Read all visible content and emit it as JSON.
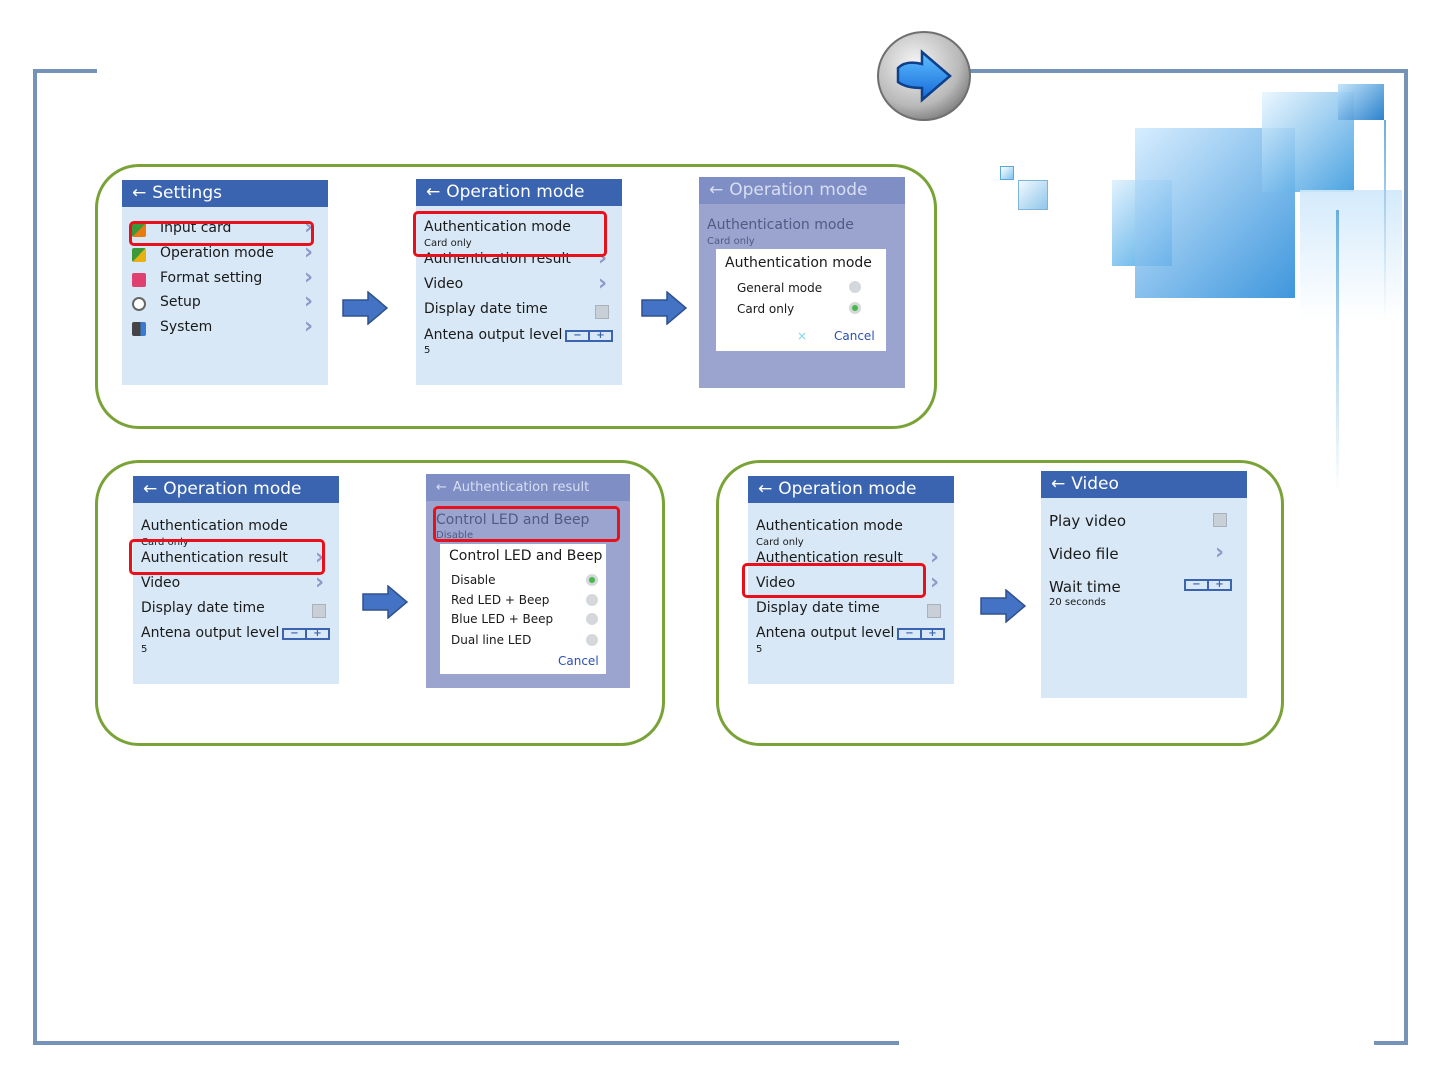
{
  "settings": {
    "title": "Settings",
    "items": [
      "Input card",
      "Operation mode",
      "Format setting",
      "Setup",
      "System"
    ]
  },
  "operation_mode": {
    "title": "Operation mode",
    "auth_mode": "Authentication mode",
    "auth_mode_value": "Card only",
    "auth_result": "Authentication result",
    "video": "Video",
    "display_date_time": "Display date time",
    "antena_output_level": "Antena output level",
    "antena_value": "5"
  },
  "auth_dialog": {
    "title": "Authentication mode",
    "options": [
      "General mode",
      "Card only"
    ],
    "selected": "Card only",
    "cancel": "Cancel",
    "close_glyph": "×"
  },
  "auth_result_screen": {
    "title": "Authentication result",
    "row": "Control LED and Beep",
    "row_value": "Disable"
  },
  "led_dialog": {
    "title": "Control LED and Beep",
    "options": [
      "Disable",
      "Red LED + Beep",
      "Blue LED + Beep",
      "Dual line LED"
    ],
    "selected": "Disable",
    "cancel": "Cancel"
  },
  "video_screen": {
    "title": "Video",
    "play_video": "Play video",
    "video_file": "Video file",
    "wait_time": "Wait time",
    "wait_time_value": "20 seconds"
  },
  "glyphs": {
    "back": "←",
    "chevron": "›",
    "minus": "−",
    "plus": "+"
  },
  "icons": [
    "back-arrow-icon",
    "chevron-right-icon",
    "checkbox-icon",
    "stepper-icon",
    "radio-icon",
    "next-arrow-icon"
  ],
  "colors": {
    "frame": "#7592b8",
    "group_border": "#7aa337",
    "header": "#3b64b0",
    "highlight": "#e8101a",
    "screen_bg": "#d8e8f6",
    "dim_bg": "#9aa4cf"
  }
}
